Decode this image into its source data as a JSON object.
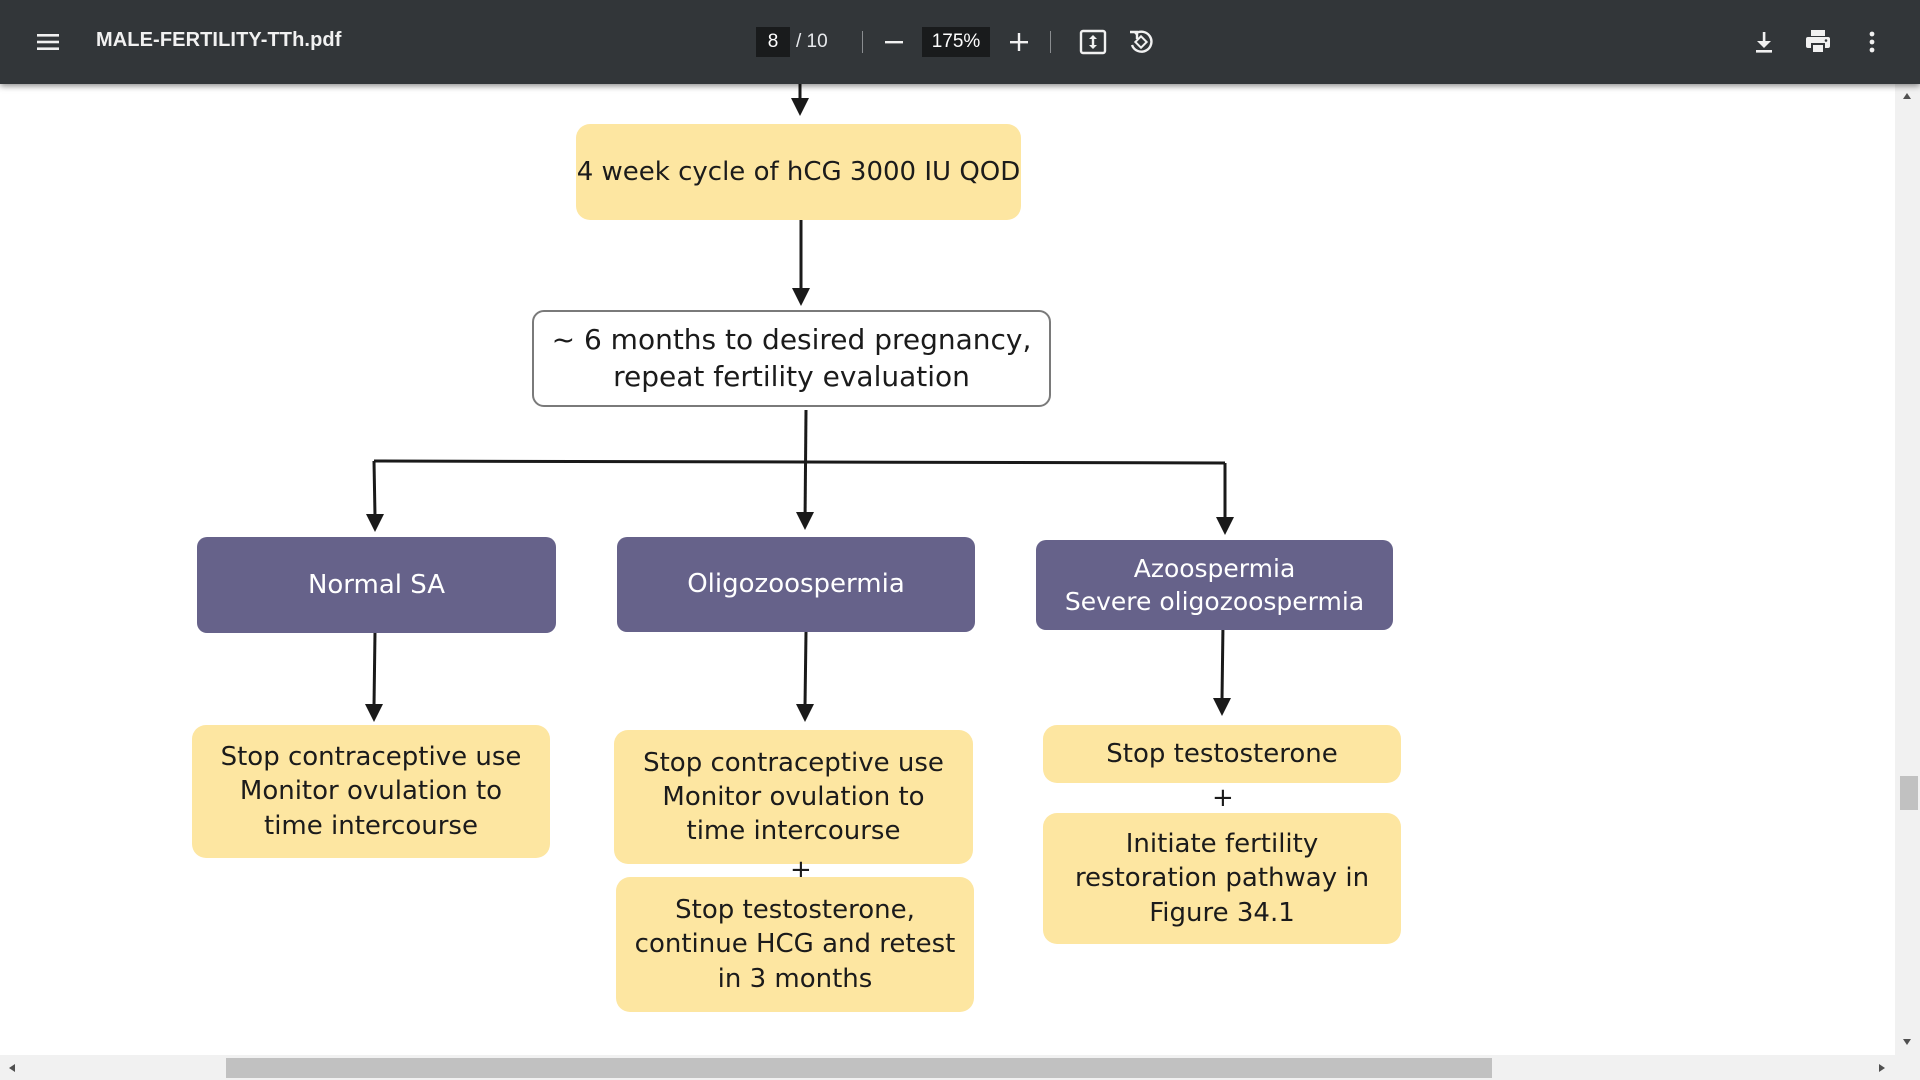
{
  "toolbar": {
    "title": "MALE-FERTILITY-TTh.pdf",
    "page_current": "8",
    "page_total": "/ 10",
    "zoom": "175%",
    "icons": [
      "menu-icon",
      "zoom-out-icon",
      "zoom-in-icon",
      "fit-page-icon",
      "rotate-icon",
      "download-icon",
      "print-icon",
      "more-options-icon"
    ]
  },
  "flowchart": {
    "step1": "4 week cycle of hCG 3000 IU QOD",
    "step2": "~ 6 months to desired pregnancy,\nrepeat fertility evaluation",
    "branch_normal": "Normal SA",
    "branch_oligo": "Oligozoospermia",
    "branch_azoo": "Azoospermia\nSevere oligozoospermia",
    "normal_action": "Stop contraceptive use\nMonitor ovulation to\ntime intercourse",
    "oligo_action1": "Stop contraceptive use\nMonitor ovulation to\ntime intercourse",
    "oligo_action2": "Stop testosterone,\ncontinue HCG and retest\nin 3 months",
    "azoo_action1": "Stop testosterone",
    "azoo_action2": "Initiate fertility\nrestoration pathway in\nFigure 34.1",
    "plus": "+"
  },
  "colors": {
    "toolbar_bg": "#323639",
    "action_box": "#fde6a1",
    "branch_box": "#66628a",
    "outline_box_border": "#7a7a7a"
  }
}
